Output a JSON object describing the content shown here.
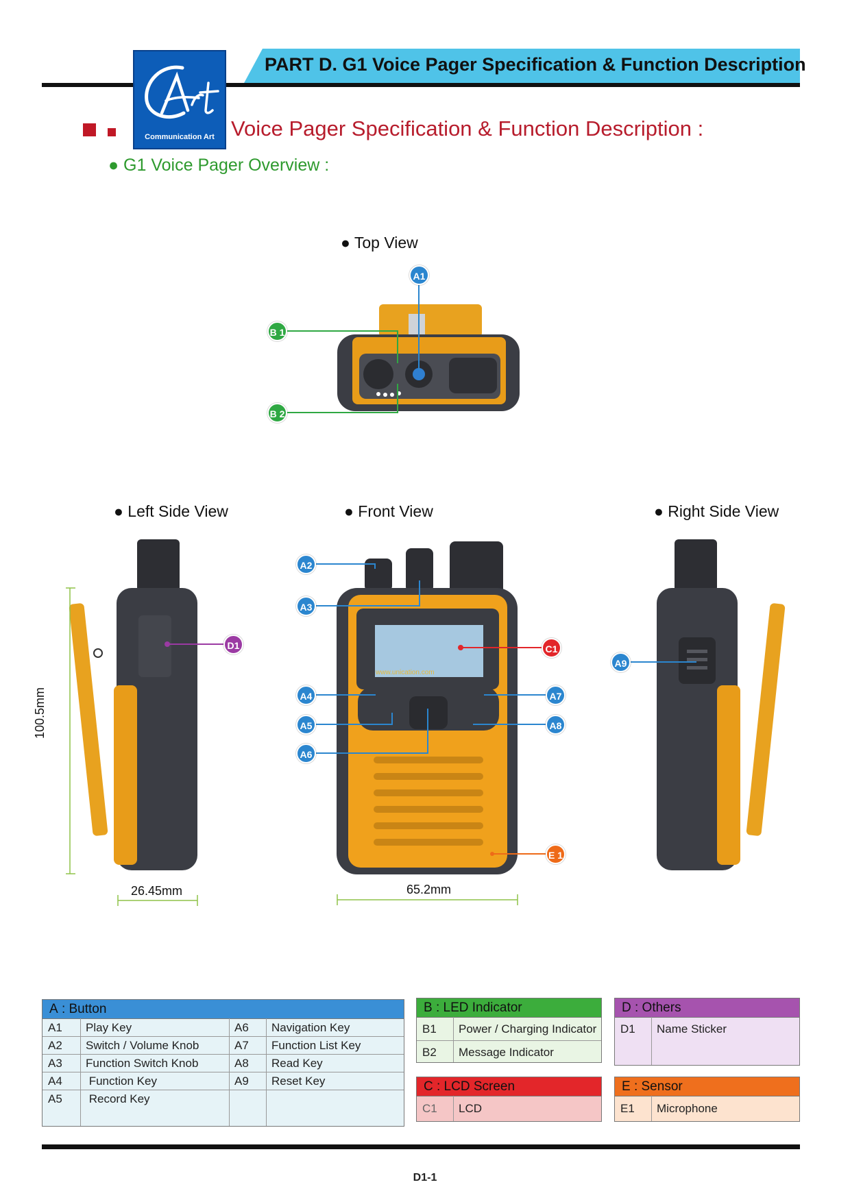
{
  "header": {
    "part_title": "PART D. G1 Voice Pager Specification & Function Description",
    "logo_caption": "Communication Art",
    "section_title": "Voice Pager Specification & Function Description :",
    "overview_title": "G1 Voice Pager Overview :"
  },
  "views": {
    "top": "Top View",
    "left": "Left Side View",
    "front": "Front View",
    "right": "Right Side View"
  },
  "callouts": {
    "a1": "A1",
    "a2": "A2",
    "a3": "A3",
    "a4": "A4",
    "a5": "A5",
    "a6": "A6",
    "a7": "A7",
    "a8": "A8",
    "a9": "A9",
    "b1": "B 1",
    "b2": "B 2",
    "c1": "C1",
    "d1": "D1",
    "e1": "E 1"
  },
  "screen_url": "www.unication.com",
  "dimensions": {
    "height": "100.5mm",
    "depth": "26.45mm",
    "width": "65.2mm"
  },
  "tables": {
    "buttons": {
      "title": "A : Button",
      "left": [
        {
          "code": "A1",
          "name": "Play Key"
        },
        {
          "code": "A2",
          "name": "Switch / Volume Knob"
        },
        {
          "code": "A3",
          "name": "Function Switch Knob"
        },
        {
          "code": "A4",
          "name": " Function Key"
        },
        {
          "code": "A5",
          "name": " Record Key"
        }
      ],
      "right": [
        {
          "code": "A6",
          "name": "Navigation Key"
        },
        {
          "code": "A7",
          "name": "Function List Key"
        },
        {
          "code": "A8",
          "name": "Read Key"
        },
        {
          "code": "A9",
          "name": "Reset Key"
        }
      ]
    },
    "led": {
      "title": "B : LED Indicator",
      "rows": [
        {
          "code": "B1",
          "name": "Power / Charging Indicator"
        },
        {
          "code": "B2",
          "name": "Message Indicator"
        }
      ]
    },
    "lcd": {
      "title": "C : LCD Screen",
      "rows": [
        {
          "code": "C1",
          "name": "LCD"
        }
      ]
    },
    "others": {
      "title": "D : Others",
      "rows": [
        {
          "code": "D1",
          "name": "Name Sticker"
        }
      ]
    },
    "sensor": {
      "title": "E : Sensor",
      "rows": [
        {
          "code": "E1",
          "name": "Microphone"
        }
      ]
    }
  },
  "colors": {
    "button_header": "#3a8fd6",
    "button_body": "#e6f3f7",
    "led_header": "#3cad3c",
    "led_body": "#e9f5e4",
    "lcd_header": "#e3262a",
    "lcd_body": "#f5c6c6",
    "others_header": "#a653ae",
    "others_body": "#efe0f3",
    "sensor_header": "#ef6f1d",
    "sensor_body": "#fde3cf",
    "device_yellow": "#f2a21a",
    "device_dark": "#3b3d44"
  },
  "page_number": "D1-1"
}
